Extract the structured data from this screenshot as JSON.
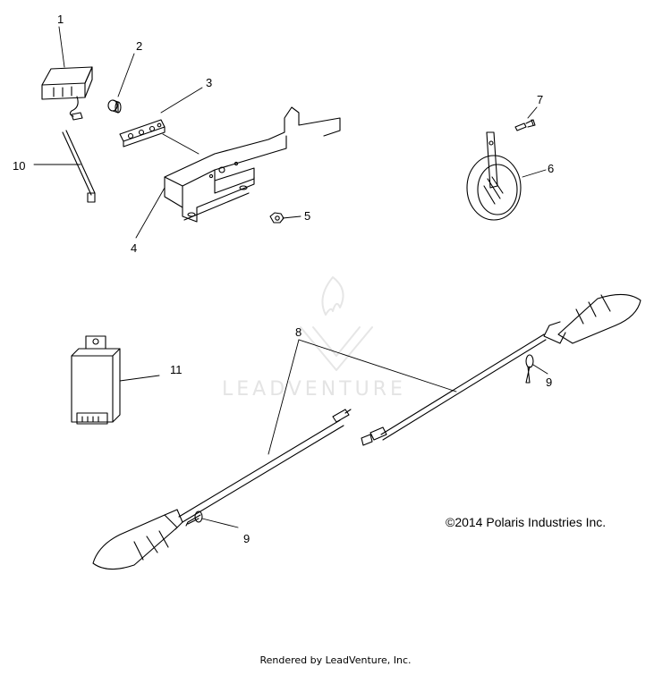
{
  "diagram": {
    "callouts": [
      {
        "id": "1",
        "label": "1"
      },
      {
        "id": "2",
        "label": "2"
      },
      {
        "id": "3",
        "label": "3"
      },
      {
        "id": "4",
        "label": "4"
      },
      {
        "id": "5",
        "label": "5"
      },
      {
        "id": "6",
        "label": "6"
      },
      {
        "id": "7",
        "label": "7"
      },
      {
        "id": "8",
        "label": "8"
      },
      {
        "id": "9a",
        "label": "9"
      },
      {
        "id": "9b",
        "label": "9"
      },
      {
        "id": "10",
        "label": "10"
      },
      {
        "id": "11",
        "label": "11"
      }
    ],
    "copyright": "©2014 Polaris Industries Inc.",
    "watermark": "LEADVENTURE",
    "footer": "Rendered by LeadVenture, Inc."
  }
}
